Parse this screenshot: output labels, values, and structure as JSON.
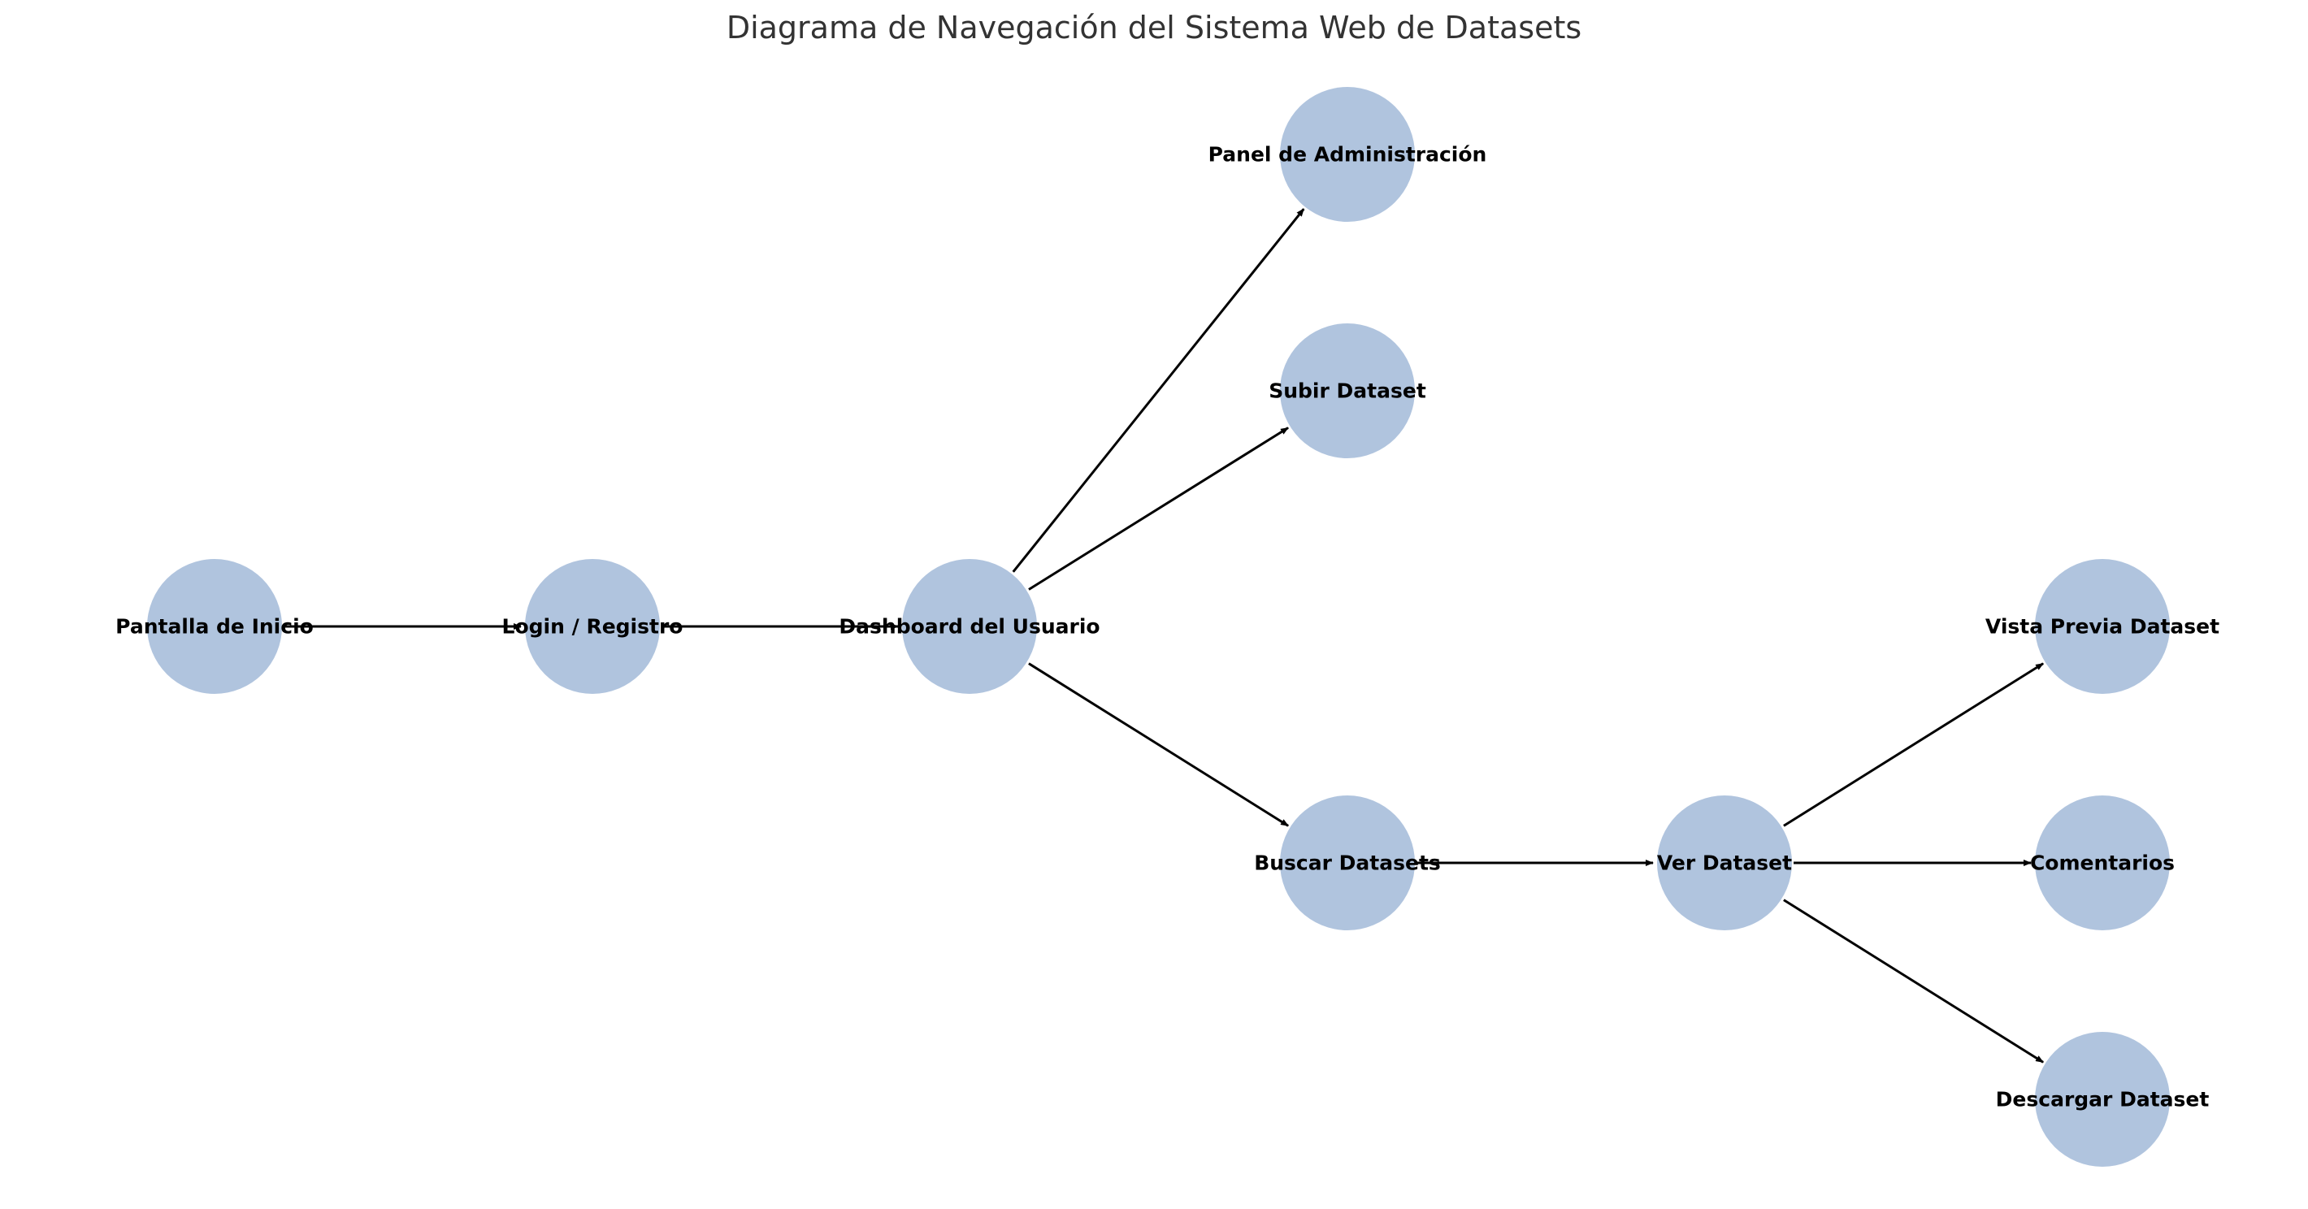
{
  "title": "Diagrama de Navegación del Sistema Web de Datasets",
  "colors": {
    "node_fill": "#b0c4de",
    "edge": "#000000",
    "label": "#000000",
    "title": "#333333"
  },
  "nodes": [
    {
      "id": "pantalla_inicio",
      "label": "Pantalla de Inicio"
    },
    {
      "id": "login_registro",
      "label": "Login / Registro"
    },
    {
      "id": "dashboard",
      "label": "Dashboard del Usuario"
    },
    {
      "id": "panel_admin",
      "label": "Panel de Administración"
    },
    {
      "id": "subir_dataset",
      "label": "Subir Dataset"
    },
    {
      "id": "buscar_datasets",
      "label": "Buscar Datasets"
    },
    {
      "id": "ver_dataset",
      "label": "Ver Dataset"
    },
    {
      "id": "vista_previa",
      "label": "Vista Previa Dataset"
    },
    {
      "id": "comentarios",
      "label": "Comentarios"
    },
    {
      "id": "descargar_dataset",
      "label": "Descargar Dataset"
    }
  ],
  "edges": [
    {
      "from": "pantalla_inicio",
      "to": "login_registro"
    },
    {
      "from": "login_registro",
      "to": "dashboard"
    },
    {
      "from": "dashboard",
      "to": "panel_admin"
    },
    {
      "from": "dashboard",
      "to": "subir_dataset"
    },
    {
      "from": "dashboard",
      "to": "buscar_datasets"
    },
    {
      "from": "buscar_datasets",
      "to": "ver_dataset"
    },
    {
      "from": "ver_dataset",
      "to": "vista_previa"
    },
    {
      "from": "ver_dataset",
      "to": "comentarios"
    },
    {
      "from": "ver_dataset",
      "to": "descargar_dataset"
    }
  ]
}
